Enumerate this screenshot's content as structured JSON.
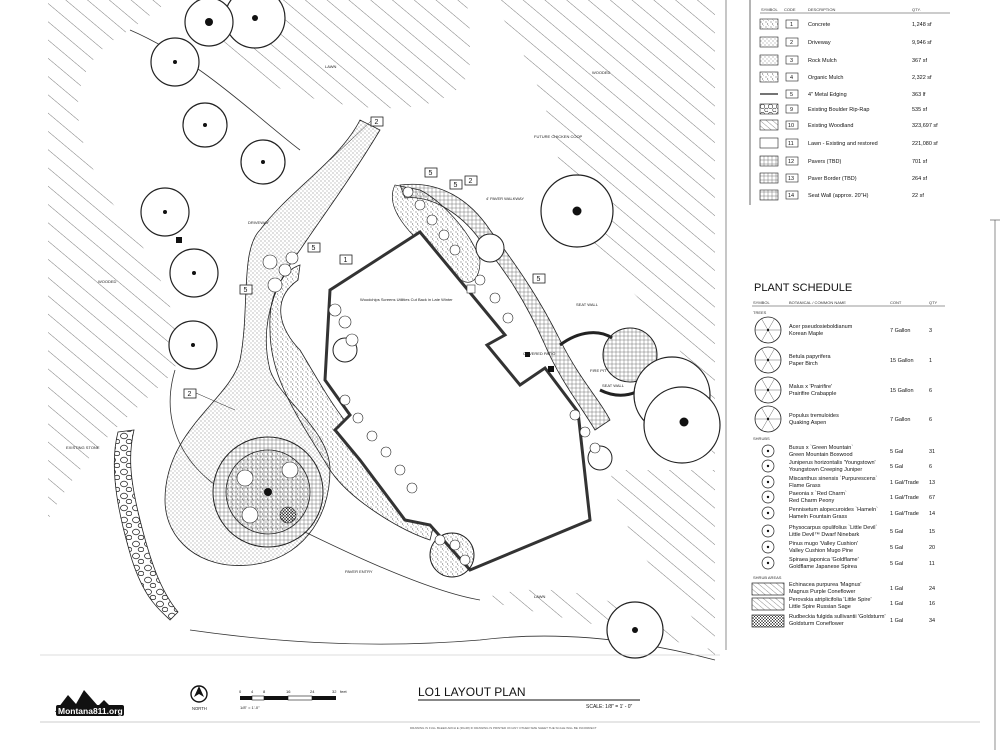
{
  "legend": {
    "headers": [
      "SYMBOL",
      "CODE",
      "DESCRIPTION",
      "QTY."
    ],
    "rows": [
      {
        "code": "1",
        "description": "Concrete",
        "qty": "1,248 sf",
        "pattern": "stipple"
      },
      {
        "code": "2",
        "description": "Driveway",
        "qty": "9,946 sf",
        "pattern": "dots"
      },
      {
        "code": "3",
        "description": "Rock Mulch",
        "qty": "367 sf",
        "pattern": "dots"
      },
      {
        "code": "4",
        "description": "Organic Mulch",
        "qty": "2,322 sf",
        "pattern": "stipple"
      },
      {
        "code": "5",
        "description": "4\" Metal Edging",
        "qty": "363 lf",
        "pattern": "none"
      },
      {
        "code": "9",
        "description": "Existing Boulder Rip-Rap",
        "qty": "535 sf",
        "pattern": "rocks"
      },
      {
        "code": "10",
        "description": "Existing Woodland",
        "qty": "323,697 sf",
        "pattern": "hatch"
      },
      {
        "code": "11",
        "description": "Lawn - Existing and restored",
        "qty": "221,080 sf",
        "pattern": "blank"
      },
      {
        "code": "12",
        "description": "Pavers (TBD)",
        "qty": "701 sf",
        "pattern": "grid"
      },
      {
        "code": "13",
        "description": "Paver Border (TBD)",
        "qty": "264 sf",
        "pattern": "grid"
      },
      {
        "code": "14",
        "description": "Seat Wall (approx. 20\"H)",
        "qty": "22 sf",
        "pattern": "grid"
      }
    ]
  },
  "plant_schedule": {
    "title": "PLANT SCHEDULE",
    "headers": [
      "SYMBOL",
      "BOTANICAL / COMMON NAME",
      "CONT",
      "QTY"
    ],
    "trees_label": "TREES",
    "trees": [
      {
        "botanical": "Acer pseudosieboldianum",
        "common": "Korean Maple",
        "cont": "7 Gallon",
        "qty": "3"
      },
      {
        "botanical": "Betula papyrifera",
        "common": "Paper Birch",
        "cont": "15 Gallon",
        "qty": "1"
      },
      {
        "botanical": "Malus x 'Prairifire'",
        "common": "Prairifire Crabapple",
        "cont": "15 Gallon",
        "qty": "6"
      },
      {
        "botanical": "Populus tremuloides",
        "common": "Quaking Aspen",
        "cont": "7 Gallon",
        "qty": "6"
      }
    ],
    "shrubs_label": "SHRUBS",
    "shrubs": [
      {
        "botanical": "Buxus x `Green Mountain`",
        "common": "Green Mountain Boxwood",
        "cont": "5 Gal",
        "qty": "31"
      },
      {
        "botanical": "Juniperus horizontalis 'Youngstown'",
        "common": "Youngstown Creeping Juniper",
        "cont": "5 Gal",
        "qty": "6"
      },
      {
        "botanical": "Miscanthus sinensis `Purpurescens`",
        "common": "Flame Grass",
        "cont": "1 Gal/Trade",
        "qty": "13"
      },
      {
        "botanical": "Paeonia x `Red Charm`",
        "common": "Red Charm Peony",
        "cont": "1 Gal/Trade",
        "qty": "67"
      },
      {
        "botanical": "Pennisetum alopecuroides `Hameln`",
        "common": "Hameln Fountain Grass",
        "cont": "1 Gal/Trade",
        "qty": "14"
      },
      {
        "botanical": "Physocarpus opulifolius `Little Devil`",
        "common": "Little Devil™ Dwarf Ninebark",
        "cont": "5 Gal",
        "qty": "15"
      },
      {
        "botanical": "Pinus mugo 'Valley Cushion'",
        "common": "Valley Cushion Mugo Pine",
        "cont": "5 Gal",
        "qty": "20"
      },
      {
        "botanical": "Spiraea japonica 'Goldflame'",
        "common": "Goldflame Japanese Spirea",
        "cont": "5 Gal",
        "qty": "11"
      }
    ],
    "areas_label": "SHRUB AREAS",
    "areas": [
      {
        "botanical": "Echinacea purpurea 'Magnus'",
        "common": "Magnus Purple Coneflower",
        "cont": "1 Gal",
        "qty": "24"
      },
      {
        "botanical": "Perovskia atriplicifolia 'Little Spire'",
        "common": "Little Spire Russian Sage",
        "cont": "1 Gal",
        "qty": "16"
      },
      {
        "botanical": "Rudbeckia fulgida sullivantii 'Goldsturm'",
        "common": "Goldsturm Coneflower",
        "cont": "1 Gal",
        "qty": "34"
      }
    ]
  },
  "plan_labels": {
    "lawn_top": "LAWN",
    "lawn_bottom": "LAWN",
    "wooded_left": "WOODED",
    "wooded_right": "WOODED",
    "driveway": "DRIVEWAY",
    "existing_stone": "EXISTING STONE",
    "paver_entry": "PAVER ENTRY",
    "paver_walkway": "4' PAVER WALKWAY",
    "covered_patio": "COVERED PATIO",
    "fire_pit": "FIRE PIT",
    "seat_wall_1": "SEAT WALL",
    "seat_wall_2": "SEAT WALL",
    "future_chicken_coop": "FUTURE CHICKEN COOP",
    "screen_note": "Woodchips Screens Utilities Cut Back in Late Winter"
  },
  "callouts": [
    "2",
    "2",
    "5",
    "5",
    "1",
    "5",
    "5",
    "2",
    "5"
  ],
  "title_block": {
    "sheet": "LO1",
    "title": "LAYOUT PLAN",
    "scale": "SCALE: 1/8\" = 1' - 0\"",
    "north": "NORTH",
    "scalebar_ticks": [
      "0",
      "4",
      "8",
      "16",
      "24",
      "32",
      "feet"
    ],
    "scalebar_note": "1/8\" = 1'-0\"",
    "logo": "Montana811.org",
    "footer": "DRAWING IS FULL BLEED ARCH E (36x48) IF DRAWING IS PRINTED ON ANY OTHER SIZE SHEET THE SCALE WILL BE INCORRECT"
  }
}
